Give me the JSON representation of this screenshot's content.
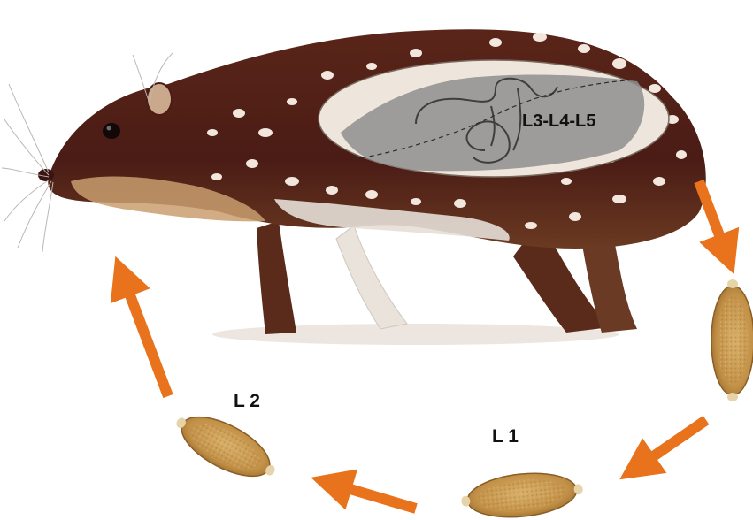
{
  "diagram": {
    "host_icon": "spotted-rodent-paca",
    "inset_icon": "intestine-with-larva-path",
    "labels": {
      "adult_stages": "L3-L4-L5",
      "stage_l1": "L 1",
      "stage_l2": "L 2"
    },
    "colors": {
      "arrow": "#E8731C",
      "egg_outer": "#C89A55",
      "egg_inner": "#B28438",
      "fur": "#4E1F17",
      "spot": "#F2E6DD",
      "inset_fill": "#EEE6DC",
      "inset_gut": "#8E8E8E"
    }
  }
}
